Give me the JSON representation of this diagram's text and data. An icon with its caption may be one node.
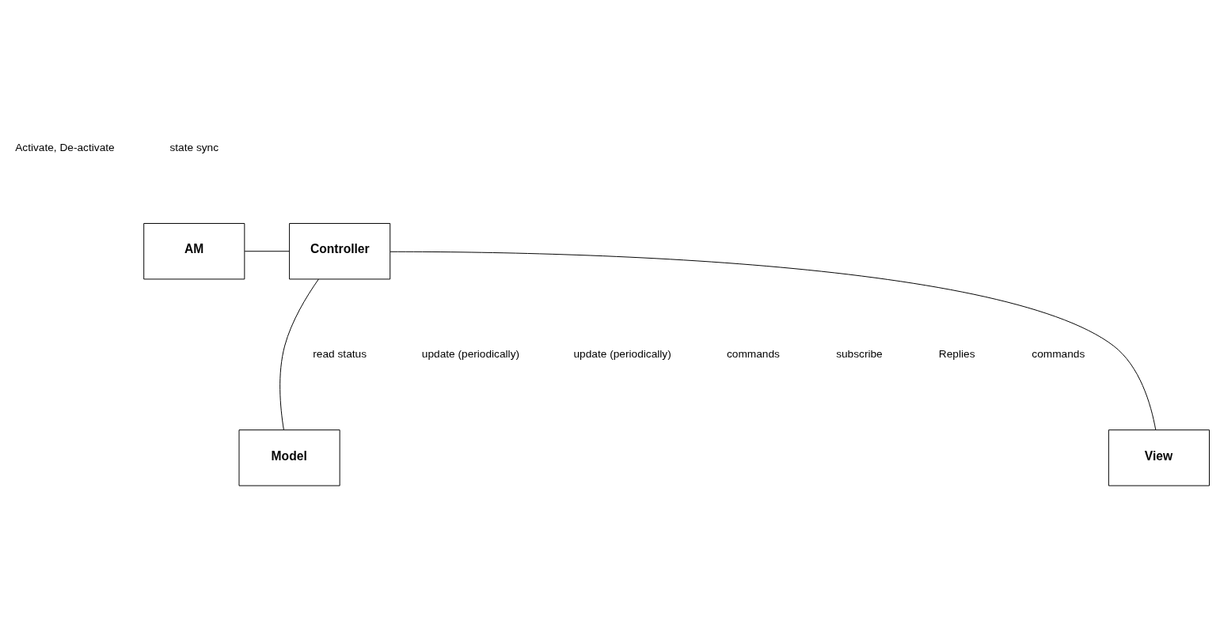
{
  "diagram": {
    "nodes": [
      {
        "text": [
          "AM"
        ]
      },
      {
        "text": [
          "Controller"
        ]
      },
      {
        "text": [
          "Model"
        ]
      },
      {
        "text": [
          "View"
        ]
      }
    ],
    "edges": [
      {
        "from": 0,
        "to": 1,
        "arrow": "none"
      },
      {
        "from": 1,
        "to": 2,
        "arrow": "none"
      },
      {
        "from": 1,
        "to": 3,
        "arrow": "none"
      }
    ],
    "labels": [
      "Activate, De-activate",
      "state sync",
      "read status",
      "update (periodically)",
      "update (periodically)",
      "commands",
      "subscribe",
      "Replies",
      "commands"
    ]
  }
}
